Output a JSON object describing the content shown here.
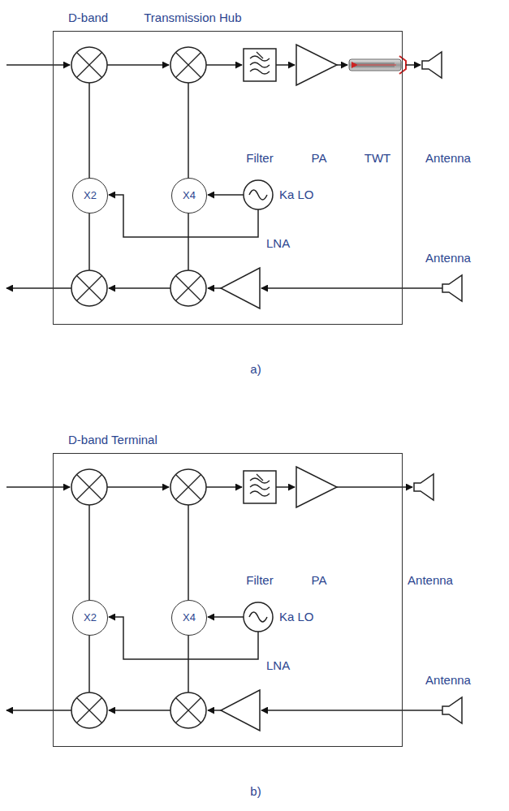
{
  "diagram": {
    "nodes": [
      {
        "text": [
          "D-band",
          "Transmission Hub"
        ]
      },
      {
        "text": [
          "X2"
        ],
        "in": 0
      },
      {
        "text": [
          "X4"
        ],
        "in": 0
      },
      {
        "text": [
          "D-band Terminal"
        ]
      },
      {
        "text": [
          "X2"
        ],
        "in": 3
      },
      {
        "text": [
          "X4"
        ],
        "in": 3
      }
    ],
    "labels": [
      "Filter",
      "PA",
      "TWT",
      "Antenna",
      "Ka LO",
      "LNA",
      "Antenna",
      "a)",
      "Filter",
      "PA",
      "Antenna",
      "Ka LO",
      "LNA",
      "Antenna",
      "b)"
    ]
  }
}
